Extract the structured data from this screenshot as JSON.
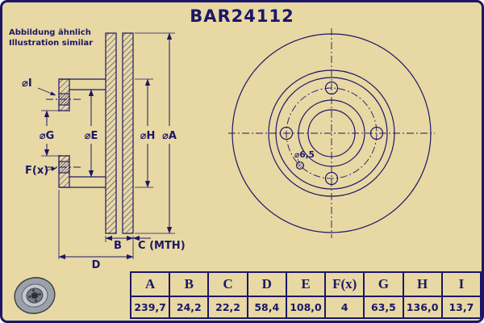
{
  "colors": {
    "bg": "#e8d8a3",
    "ink": "#1c1668"
  },
  "header": {
    "title": "BAR24112",
    "note_line1": "Abbildung ähnlich",
    "note_line2": "Illustration similar"
  },
  "cross_section": {
    "labels": {
      "dia_i": "⌀I",
      "dia_g": "⌀G",
      "dia_e": "⌀E",
      "dia_h": "⌀H",
      "dia_a": "⌀A",
      "f": "F(x)",
      "b": "B",
      "c": "C (MTH)",
      "d": "D"
    }
  },
  "front_view": {
    "pin_hole_label": "⌀6,5"
  },
  "table": {
    "headers": [
      "A",
      "B",
      "C",
      "D",
      "E",
      "F(x)",
      "G",
      "H",
      "I"
    ],
    "values": [
      "239,7",
      "24,2",
      "22,2",
      "58,4",
      "108,0",
      "4",
      "63,5",
      "136,0",
      "13,7"
    ]
  }
}
